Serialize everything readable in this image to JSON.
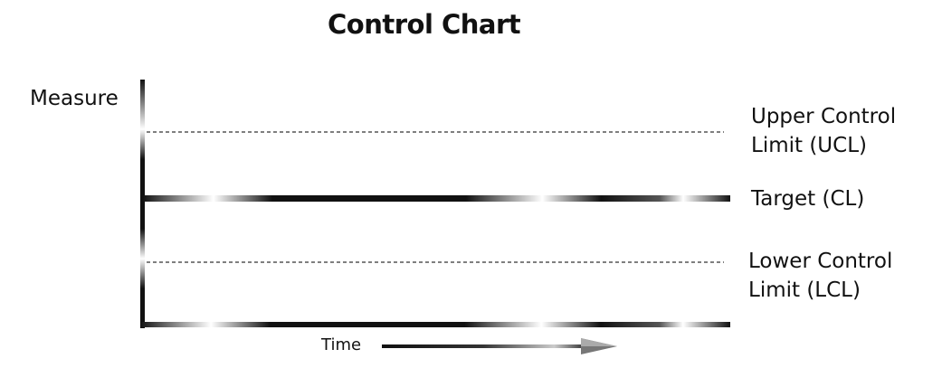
{
  "title": "Control Chart",
  "y_axis_label": "Measure",
  "x_axis_label": "Time",
  "lines": {
    "upper": [
      "Upper Control",
      "Limit (UCL)"
    ],
    "center": "Target (CL)",
    "lower": [
      "Lower Control",
      "Limit (LCL)"
    ]
  },
  "colors": {
    "ink": "#111111",
    "dashed": "#333333",
    "highlight": "#ffffff"
  }
}
